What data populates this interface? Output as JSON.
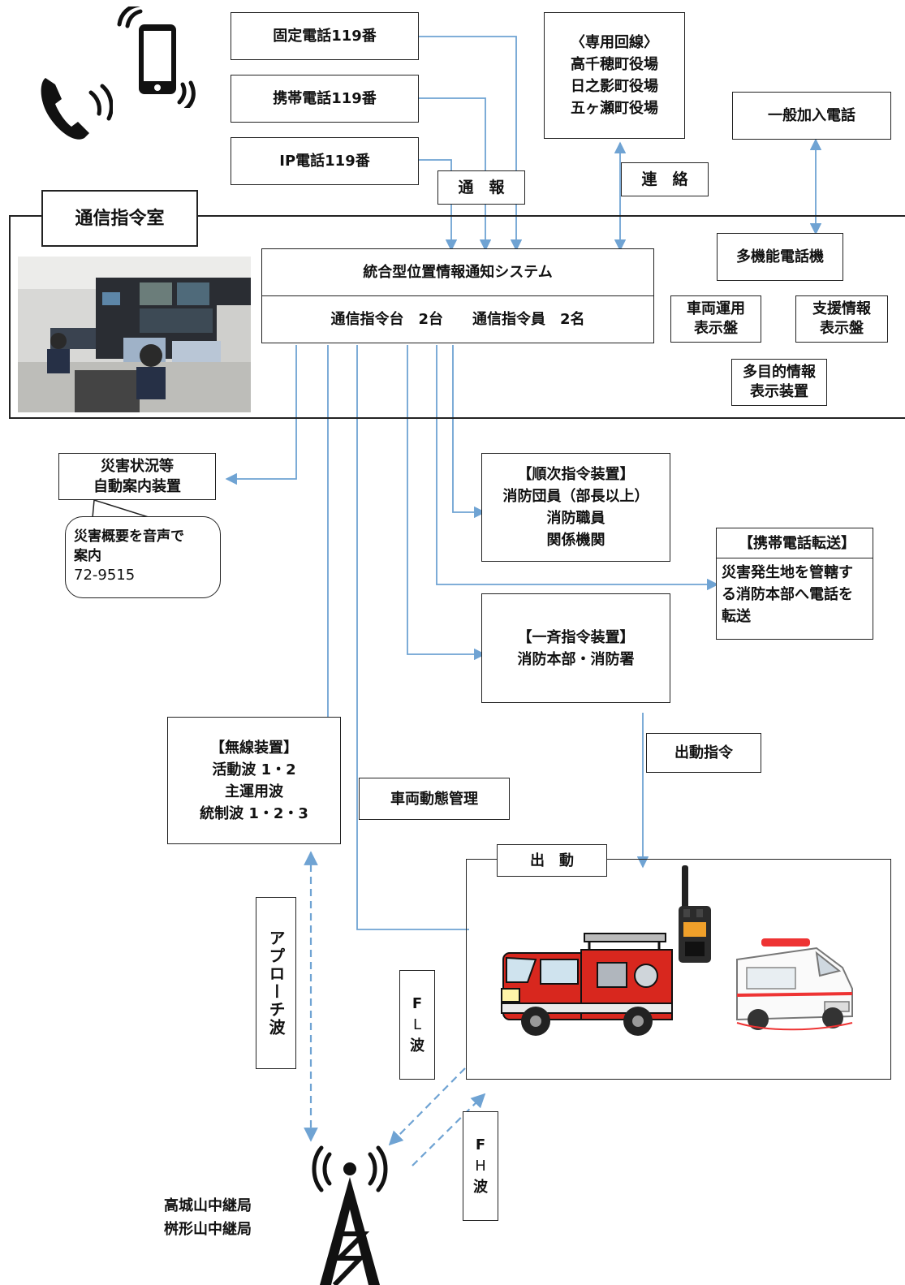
{
  "sources": {
    "fixed": "固定電話119番",
    "mobile": "携帯電話119番",
    "ip": "IP電話119番"
  },
  "dedicated_line": {
    "lines": [
      "〈専用回線〉",
      "高千穂町役場",
      "日之影町役場",
      "五ヶ瀬町役場"
    ]
  },
  "general_phone": "一般加入電話",
  "labels": {
    "report": "通　報",
    "contact": "連　絡",
    "dispatch_order": "出動指令",
    "vehicle_mgmt": "車両動態管理",
    "dispatch": "出　動",
    "approach_wave": "アプローチ波",
    "fl_wave": [
      "F",
      "L",
      "波"
    ],
    "fh_wave": [
      "F",
      "H",
      "波"
    ]
  },
  "command_room": {
    "title": "通信指令室",
    "system_title": "統合型位置情報通知システム",
    "system_detail": "通信指令台　2台　　通信指令員　2名",
    "multi_phone": "多機能電話機",
    "vehicle_board": [
      "車両運用",
      "表示盤"
    ],
    "support_board": [
      "支援情報",
      "表示盤"
    ],
    "multi_display": [
      "多目的情報",
      "表示装置"
    ]
  },
  "auto_guide": {
    "lines": [
      "災害状況等",
      "自動案内装置"
    ],
    "bubble": [
      "災害概要を音声で",
      "案内",
      "72-9515"
    ]
  },
  "sequential": {
    "lines": [
      "【順次指令装置】",
      "消防団員（部長以上）",
      "消防職員",
      "関係機関"
    ]
  },
  "mobile_forward": {
    "title": "【携帯電話転送】",
    "body": [
      "災害発生地を管轄す",
      "る消防本部へ電話を",
      "転送"
    ]
  },
  "simultaneous": {
    "lines": [
      "【一斉指令装置】",
      "消防本部・消防署"
    ]
  },
  "radio": {
    "lines": [
      "【無線装置】",
      "活動波 1・2",
      "主運用波",
      "統制波 1・2・3"
    ]
  },
  "relay": {
    "lines": [
      "高城山中継局",
      "桝形山中継局"
    ]
  },
  "colors": {
    "line": "#6fa3d3",
    "border": "#222222"
  }
}
